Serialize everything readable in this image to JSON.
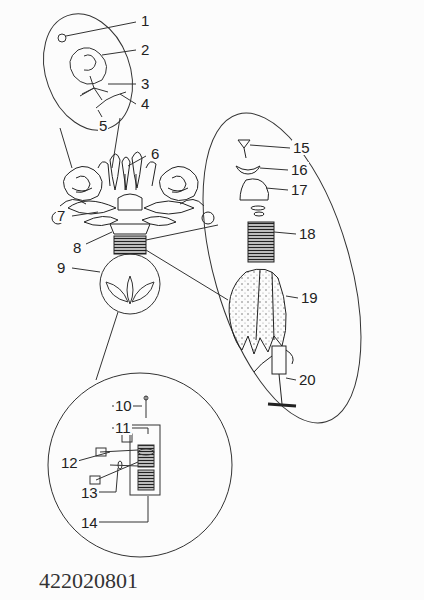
{
  "diagram": {
    "labels": [
      "1",
      "2",
      "3",
      "4",
      "5",
      "6",
      "7",
      "8",
      "9",
      "10",
      "11",
      "12",
      "13",
      "14",
      "15",
      "16",
      "17",
      "18",
      "19",
      "20",
      "422020801"
    ]
  }
}
